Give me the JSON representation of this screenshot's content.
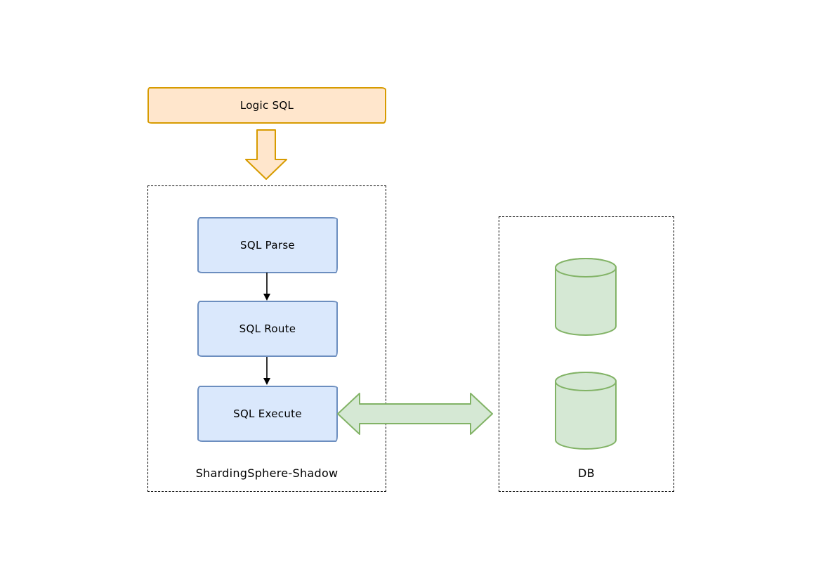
{
  "diagram": {
    "logic_sql": {
      "label": "Logic SQL"
    },
    "shadow_group": {
      "label": "ShardingSphere-Shadow",
      "steps": [
        {
          "label": "SQL Parse"
        },
        {
          "label": "SQL Route"
        },
        {
          "label": "SQL Execute"
        }
      ]
    },
    "db_group": {
      "label": "DB",
      "cylinder_count": 2
    },
    "icons": {
      "down_arrow": "fat-arrow-down",
      "bidirectional_arrow": "fat-arrow-left-right",
      "cylinder": "database-cylinder"
    },
    "colors": {
      "background": "#ffffff",
      "orange_fill": "#ffe6cc",
      "orange_stroke": "#d79b00",
      "blue_fill": "#dae8fc",
      "blue_stroke": "#6c8ebf",
      "green_fill": "#d5e8d4",
      "green_stroke": "#82b366",
      "outline": "#000000"
    }
  }
}
